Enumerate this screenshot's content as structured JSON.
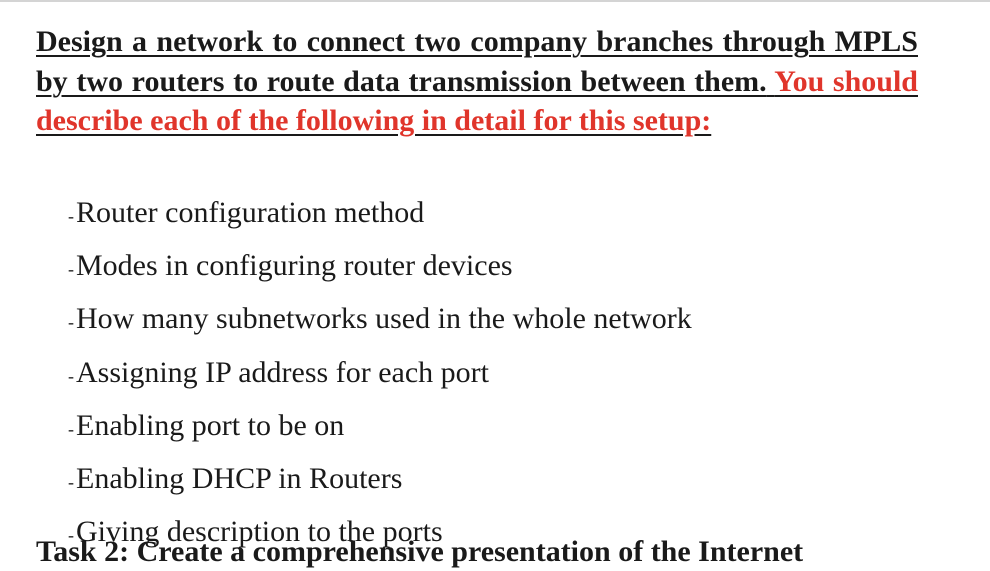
{
  "heading": {
    "part1": "Design a network to connect two company branches through MPLS by two routers to route data transmission between them.",
    "part2": "You should describe each of the following in detail for this setup:"
  },
  "colors": {
    "text": "#1a1a1a",
    "accent_red": "#e0352b"
  },
  "list_bullet": "-",
  "items": [
    "Router configuration method",
    "Modes in configuring router devices",
    "How many subnetworks used in the whole network",
    "Assigning IP address for each port",
    "Enabling port to be on",
    "Enabling DHCP in Routers",
    "Giving description to the ports"
  ],
  "next_heading_partial": "Task 2: Create a comprehensive presentation of the Internet"
}
